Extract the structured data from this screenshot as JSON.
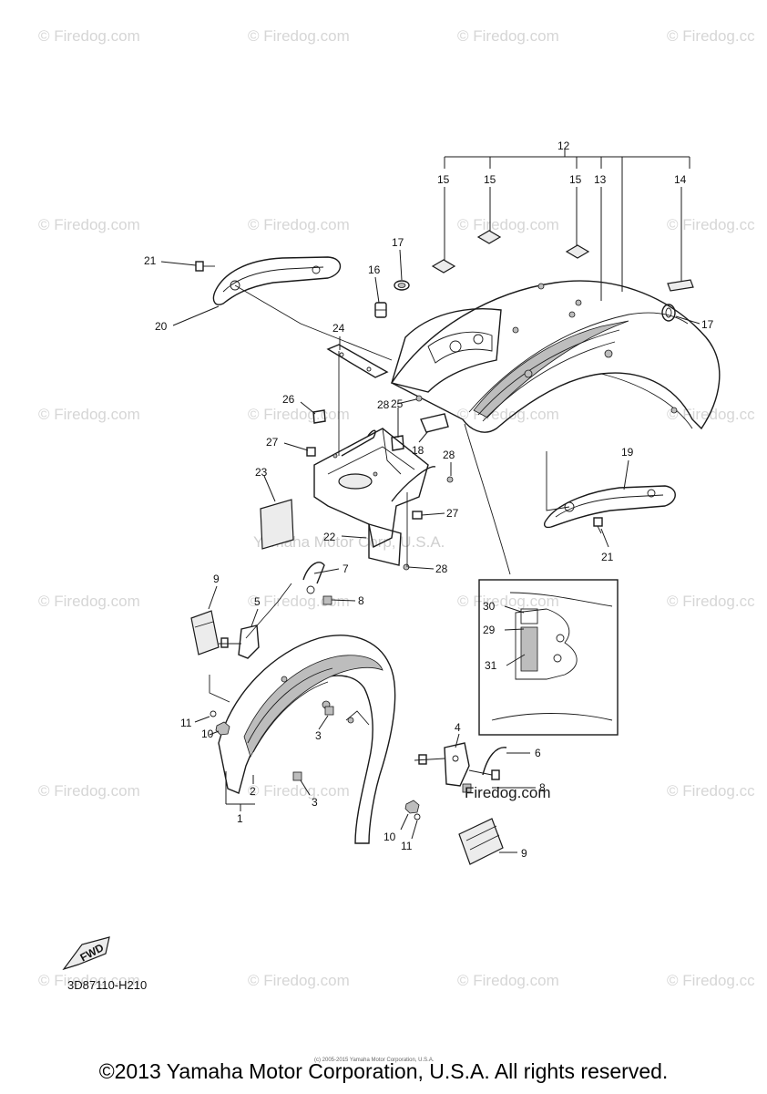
{
  "watermark": {
    "text": "© Firedog.com",
    "text_cut": "© Firedog.cc"
  },
  "source_mark": "Yamaha Motor Corp, U.S.A.",
  "firedog_mark": "Firedog.com",
  "diagram_code": "3D87110-H210",
  "fwd_label": "FWD",
  "copyright": "©2013 Yamaha Motor Corporation, U.S.A. All rights reserved.",
  "tiny_note": "(c) 2005-2015 Yamaha Motor Corporation, U.S.A.",
  "callouts": {
    "c1": "1",
    "c2": "2",
    "c3a": "3",
    "c3b": "3",
    "c4": "4",
    "c5": "5",
    "c6": "6",
    "c7": "7",
    "c8a": "8",
    "c8b": "8",
    "c9a": "9",
    "c9b": "9",
    "c10a": "10",
    "c10b": "10",
    "c11a": "11",
    "c11b": "11",
    "c12": "12",
    "c13": "13",
    "c14": "14",
    "c15a": "15",
    "c15b": "15",
    "c15c": "15",
    "c16": "16",
    "c17a": "17",
    "c17b": "17",
    "c18": "18",
    "c19": "19",
    "c20": "20",
    "c21a": "21",
    "c21b": "21",
    "c22": "22",
    "c23": "23",
    "c24": "24",
    "c25": "25",
    "c26": "26",
    "c27a": "27",
    "c27b": "27",
    "c28a": "28",
    "c28b": "28",
    "c28c": "28",
    "c29": "29",
    "c30": "30",
    "c31": "31"
  }
}
